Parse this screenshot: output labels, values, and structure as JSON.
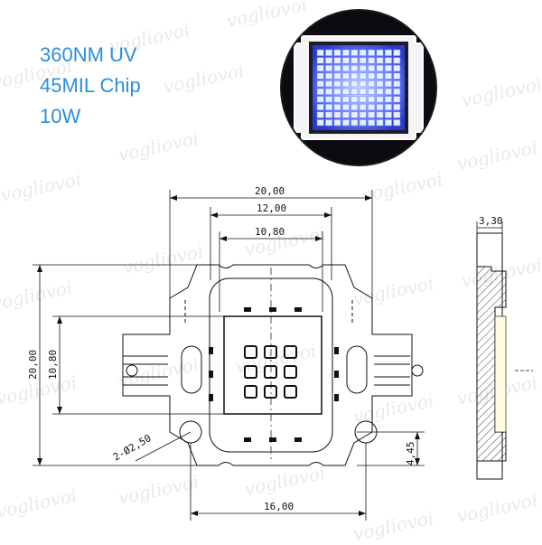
{
  "spec": {
    "lines": [
      "360NM UV",
      "45MIL Chip",
      "10W"
    ],
    "color": "#2e8fd6"
  },
  "photo": {
    "icon": "led-chip-photo",
    "led_color": "#6b8cff",
    "grid": [
      10,
      10
    ]
  },
  "drawing": {
    "dim_width_total": "20,00",
    "dim_width_pad": "12,00",
    "dim_width_inner": "10,80",
    "dim_height_total": "20,00",
    "dim_height_inner": "10,80",
    "dim_bottom": "16,00",
    "dim_offset": "4,45",
    "dim_hole": "2-Ø2,50",
    "dim_thickness": "3,30"
  },
  "watermark": "vogliovoi"
}
